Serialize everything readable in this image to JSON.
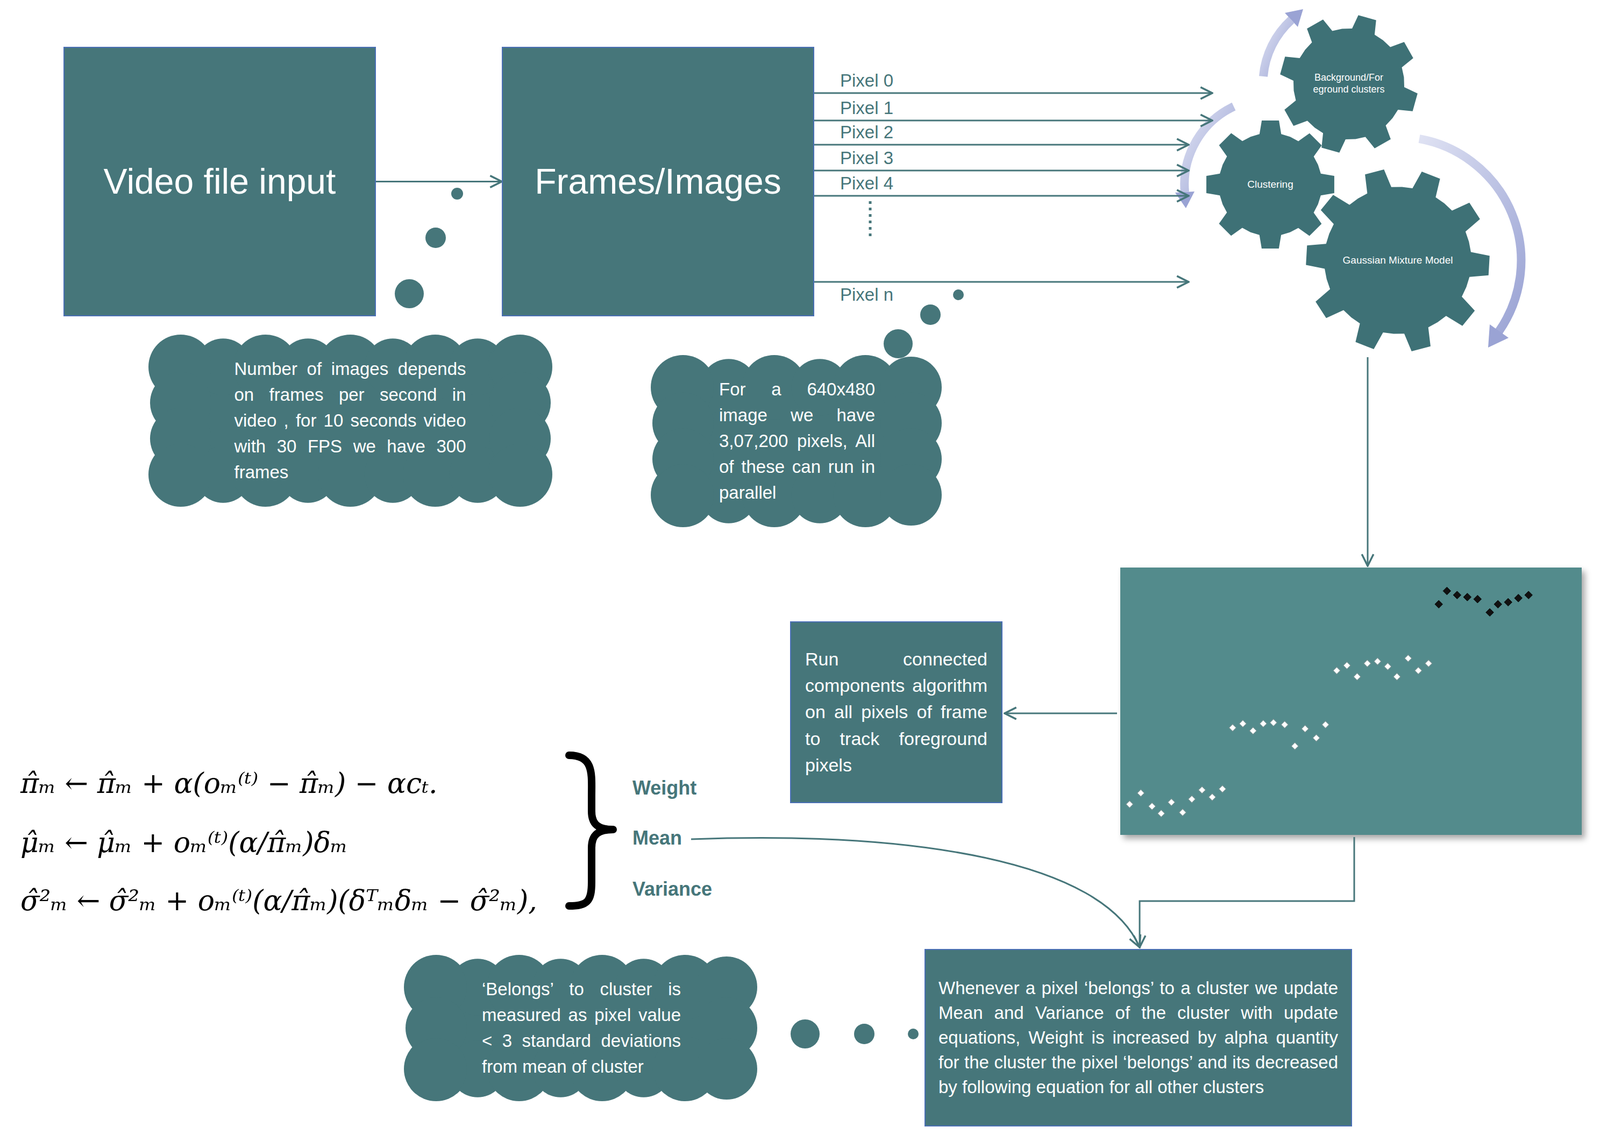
{
  "diagram": {
    "nodes": [
      {
        "text": [
          "Video file input"
        ]
      },
      {
        "text": [
          "Frames/Images"
        ]
      },
      {
        "text": [
          "Background/Foreground clusters"
        ]
      },
      {
        "text": [
          "Clustering"
        ]
      },
      {
        "text": [
          "Gaussian Mixture Model"
        ]
      },
      {
        "text": [
          "Number of images depends on frames per second in video , for 10 seconds video with 30 FPS we have 300 frames"
        ]
      },
      {
        "text": [
          "For a 640x480 image we have 3,07,200 pixels, All of these can run in parallel"
        ]
      },
      {
        "text": [
          "Run connected components algorithm on all pixels of frame to track foreground pixels"
        ]
      },
      {
        "text": [
          "Whenever a pixel ‘belongs’ to a cluster we update Mean and Variance of the cluster with update equations, Weight is increased by alpha quantity for the cluster the pixel ‘belongs’ and its decreased by following equation for all other clusters"
        ]
      },
      {
        "text": [
          "‘Belongs’ to cluster is measured as pixel value < 3 standard deviations from mean of cluster"
        ]
      }
    ],
    "edges": [
      {
        "from": 0,
        "to": 1,
        "arrow": "to"
      },
      {
        "from": 1,
        "to": 3,
        "label": "Pixel 0",
        "arrow": "to"
      },
      {
        "from": 1,
        "to": 3,
        "label": "Pixel 1",
        "arrow": "to"
      },
      {
        "from": 1,
        "to": 3,
        "label": "Pixel 2",
        "arrow": "to"
      },
      {
        "from": 1,
        "to": 3,
        "label": "Pixel 3",
        "arrow": "to"
      },
      {
        "from": 1,
        "to": 3,
        "label": "Pixel 4",
        "arrow": "to"
      },
      {
        "from": 1,
        "to": 3,
        "label": "Pixel n",
        "arrow": "to"
      }
    ],
    "labels": [
      "π̂ₘ ← π̂ₘ + α(oₘ⁽ᵗ⁾ − π̂ₘ) − αcₜ.",
      "μ̂ₘ ← μ̂ₘ + oₘ⁽ᵗ⁾(α/π̂ₘ)δₘ",
      "σ̂²ₘ ← σ̂²ₘ + oₘ⁽ᵗ⁾(α/π̂ₘ)(δᵀₘδₘ − σ̂²ₘ),",
      "Weight",
      "Mean",
      "Variance"
    ]
  }
}
